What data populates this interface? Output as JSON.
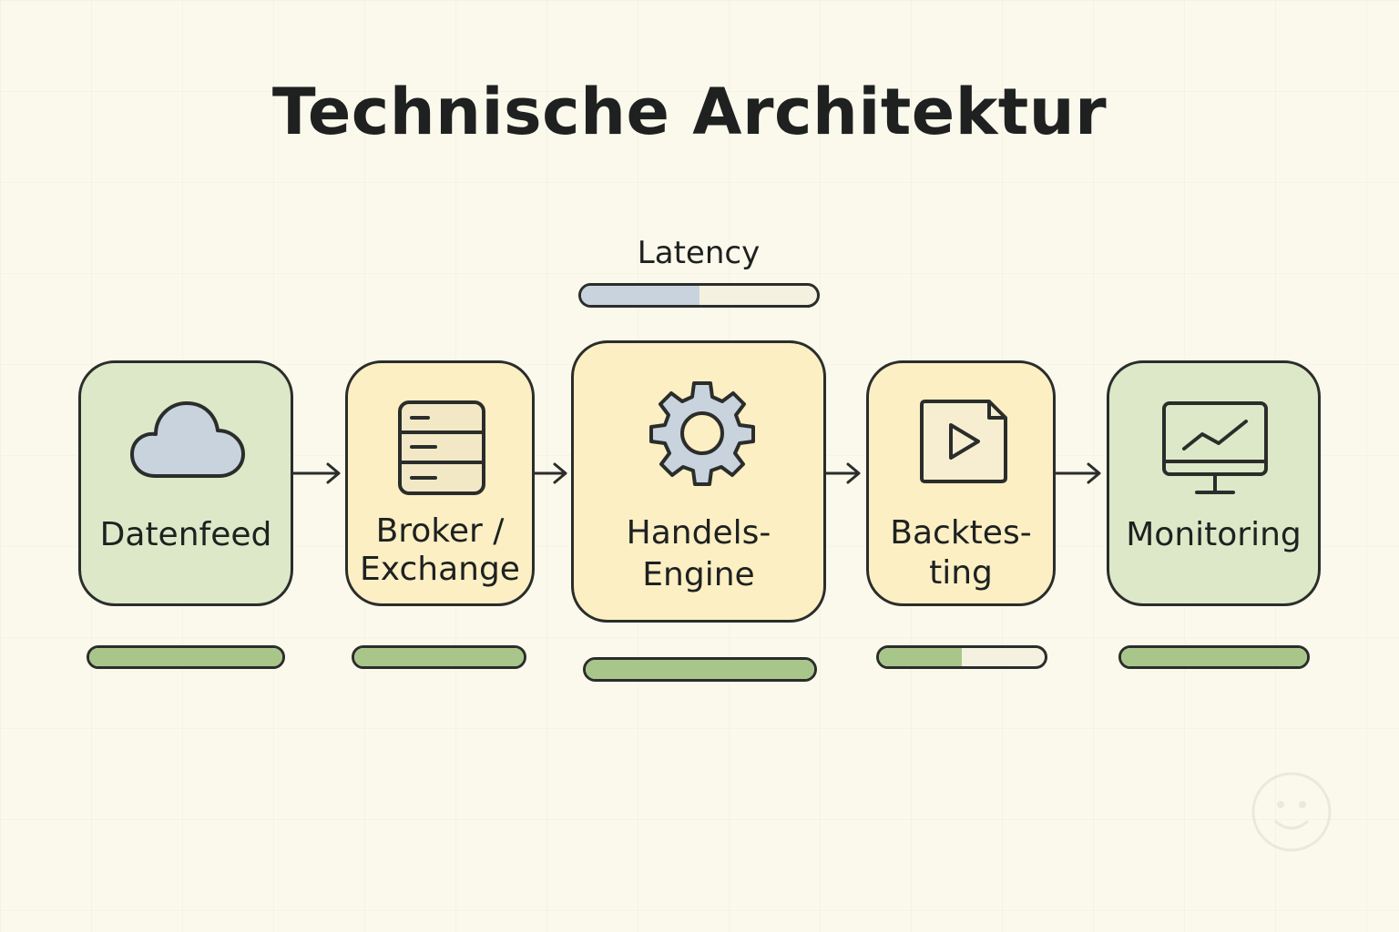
{
  "title": "Technische Architektur",
  "latency": {
    "label": "Latency",
    "fill_fraction": 0.5
  },
  "colors": {
    "background": "#fbf8ec",
    "node_green": "#dde8c8",
    "node_yellow": "#fbefc3",
    "outline": "#2a2d2b",
    "icon_fill": "#c9d3dd",
    "bar_green": "#a9c68a"
  },
  "nodes": [
    {
      "id": "datenfeed",
      "label_lines": [
        "Datenfeed"
      ],
      "icon": "cloud-icon",
      "color": "green",
      "status_fill": 1.0
    },
    {
      "id": "broker",
      "label_lines": [
        "Broker /",
        "Exchange"
      ],
      "icon": "server-icon",
      "color": "yellow",
      "status_fill": 1.0
    },
    {
      "id": "engine",
      "label_lines": [
        "Handels-",
        "Engine"
      ],
      "icon": "gear-icon",
      "color": "yellow",
      "status_fill": 1.0
    },
    {
      "id": "backtesting",
      "label_lines": [
        "Backtes-",
        "ting"
      ],
      "icon": "play-file-icon",
      "color": "yellow",
      "status_fill": 0.5
    },
    {
      "id": "monitoring",
      "label_lines": [
        "Monitoring"
      ],
      "icon": "monitor-chart-icon",
      "color": "green",
      "status_fill": 1.0
    }
  ],
  "flow": "left-to-right"
}
